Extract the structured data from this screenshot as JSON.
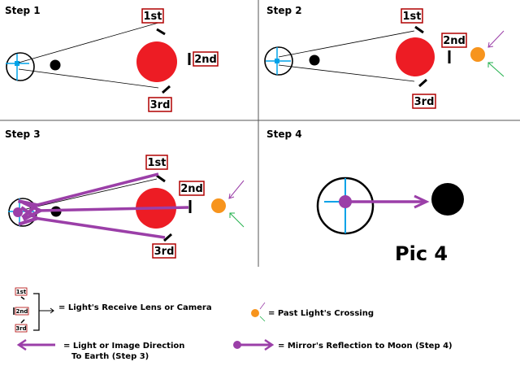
{
  "steps": {
    "step1": "Step 1",
    "step2": "Step 2",
    "step3": "Step 3",
    "step4": "Step 4"
  },
  "labels": {
    "first": "1st",
    "second": "2nd",
    "third": "3rd"
  },
  "pic_label": "Pic 4",
  "legend": {
    "lens_text": "= Light's Receive Lens  or Camera",
    "crossing_text": "= Past Light's Crossing",
    "direction_line1": "= Light or Image Direction",
    "direction_line2": "To Earth (Step 3)",
    "mirror_text": "= Mirror's Reflection to Moon  (Step 4)"
  },
  "colors": {
    "red_body": "#ed1c24",
    "orange_body": "#f7941d",
    "purple_arrow": "#9b3fa8",
    "green_arrow": "#22b14c",
    "cyan_cross": "#00a2e8",
    "label_border": "#b00000"
  }
}
